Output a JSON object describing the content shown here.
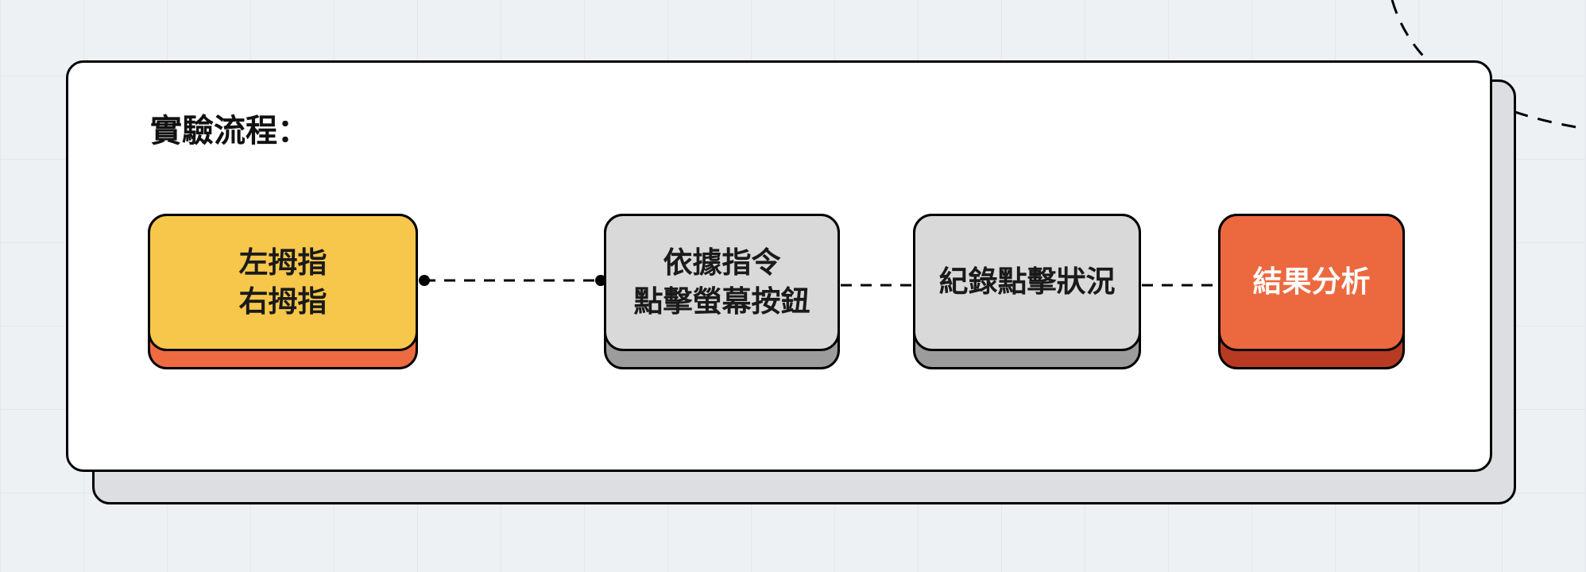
{
  "heading": "實驗流程：",
  "steps": [
    {
      "label": "左拇指\n右拇指"
    },
    {
      "label": "依據指令\n點擊螢幕按鈕"
    },
    {
      "label": "紀錄點擊狀況"
    },
    {
      "label": "結果分析"
    }
  ],
  "colors": {
    "background": "#eef1f4",
    "card": "#ffffff",
    "card_shadow": "#dcdee1",
    "step1_face": "#f6c74b",
    "step1_base": "#ee6a40",
    "step_gray_face": "#d9d9d9",
    "step_gray_base": "#9c9c9c",
    "step4_face": "#ec6940",
    "step4_base": "#b93a22"
  }
}
